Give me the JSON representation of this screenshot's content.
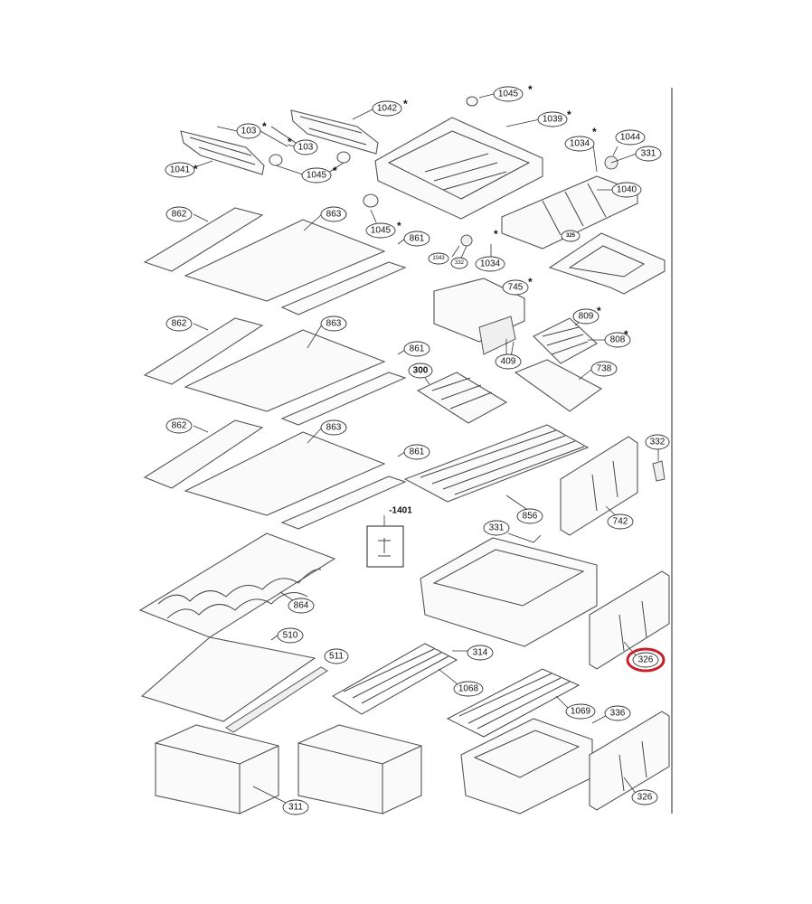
{
  "diagram": {
    "asterisk": "*",
    "callouts": [
      {
        "id": "c1045a",
        "label": "1045"
      },
      {
        "id": "c1042",
        "label": "1042"
      },
      {
        "id": "c1039",
        "label": "1039"
      },
      {
        "id": "c103a",
        "label": "103"
      },
      {
        "id": "c103b",
        "label": "103"
      },
      {
        "id": "c1041",
        "label": "1041"
      },
      {
        "id": "c1045b",
        "label": "1045"
      },
      {
        "id": "c1034a",
        "label": "1034"
      },
      {
        "id": "c1044",
        "label": "1044"
      },
      {
        "id": "c331a",
        "label": "331"
      },
      {
        "id": "c1040",
        "label": "1040"
      },
      {
        "id": "c862a",
        "label": "862"
      },
      {
        "id": "c863a",
        "label": "863"
      },
      {
        "id": "c1045c",
        "label": "1045"
      },
      {
        "id": "c861a",
        "label": "861"
      },
      {
        "id": "c1043",
        "label": "1043"
      },
      {
        "id": "c332a",
        "label": "332"
      },
      {
        "id": "c1034b",
        "label": "1034"
      },
      {
        "id": "c325",
        "label": "325"
      },
      {
        "id": "c745",
        "label": "745"
      },
      {
        "id": "c809",
        "label": "809"
      },
      {
        "id": "c808",
        "label": "808"
      },
      {
        "id": "c862b",
        "label": "862"
      },
      {
        "id": "c863b",
        "label": "863"
      },
      {
        "id": "c861b",
        "label": "861"
      },
      {
        "id": "c409",
        "label": "409"
      },
      {
        "id": "c738",
        "label": "738"
      },
      {
        "id": "c300",
        "label": "300"
      },
      {
        "id": "c862c",
        "label": "862"
      },
      {
        "id": "c863c",
        "label": "863"
      },
      {
        "id": "c861c",
        "label": "861"
      },
      {
        "id": "c332b",
        "label": "332"
      },
      {
        "id": "c856",
        "label": "856"
      },
      {
        "id": "c742",
        "label": "742"
      },
      {
        "id": "c1401",
        "label": "-1401"
      },
      {
        "id": "c331b",
        "label": "331"
      },
      {
        "id": "c864",
        "label": "864"
      },
      {
        "id": "c510",
        "label": "510"
      },
      {
        "id": "c511",
        "label": "511"
      },
      {
        "id": "c314",
        "label": "314"
      },
      {
        "id": "c326a",
        "label": "326"
      },
      {
        "id": "c1068",
        "label": "1068"
      },
      {
        "id": "c1069",
        "label": "1069"
      },
      {
        "id": "c336",
        "label": "336"
      },
      {
        "id": "c311",
        "label": "311"
      },
      {
        "id": "c326b",
        "label": "326"
      }
    ],
    "highlighted_part": "326",
    "highlight_color": "#c8202a"
  }
}
